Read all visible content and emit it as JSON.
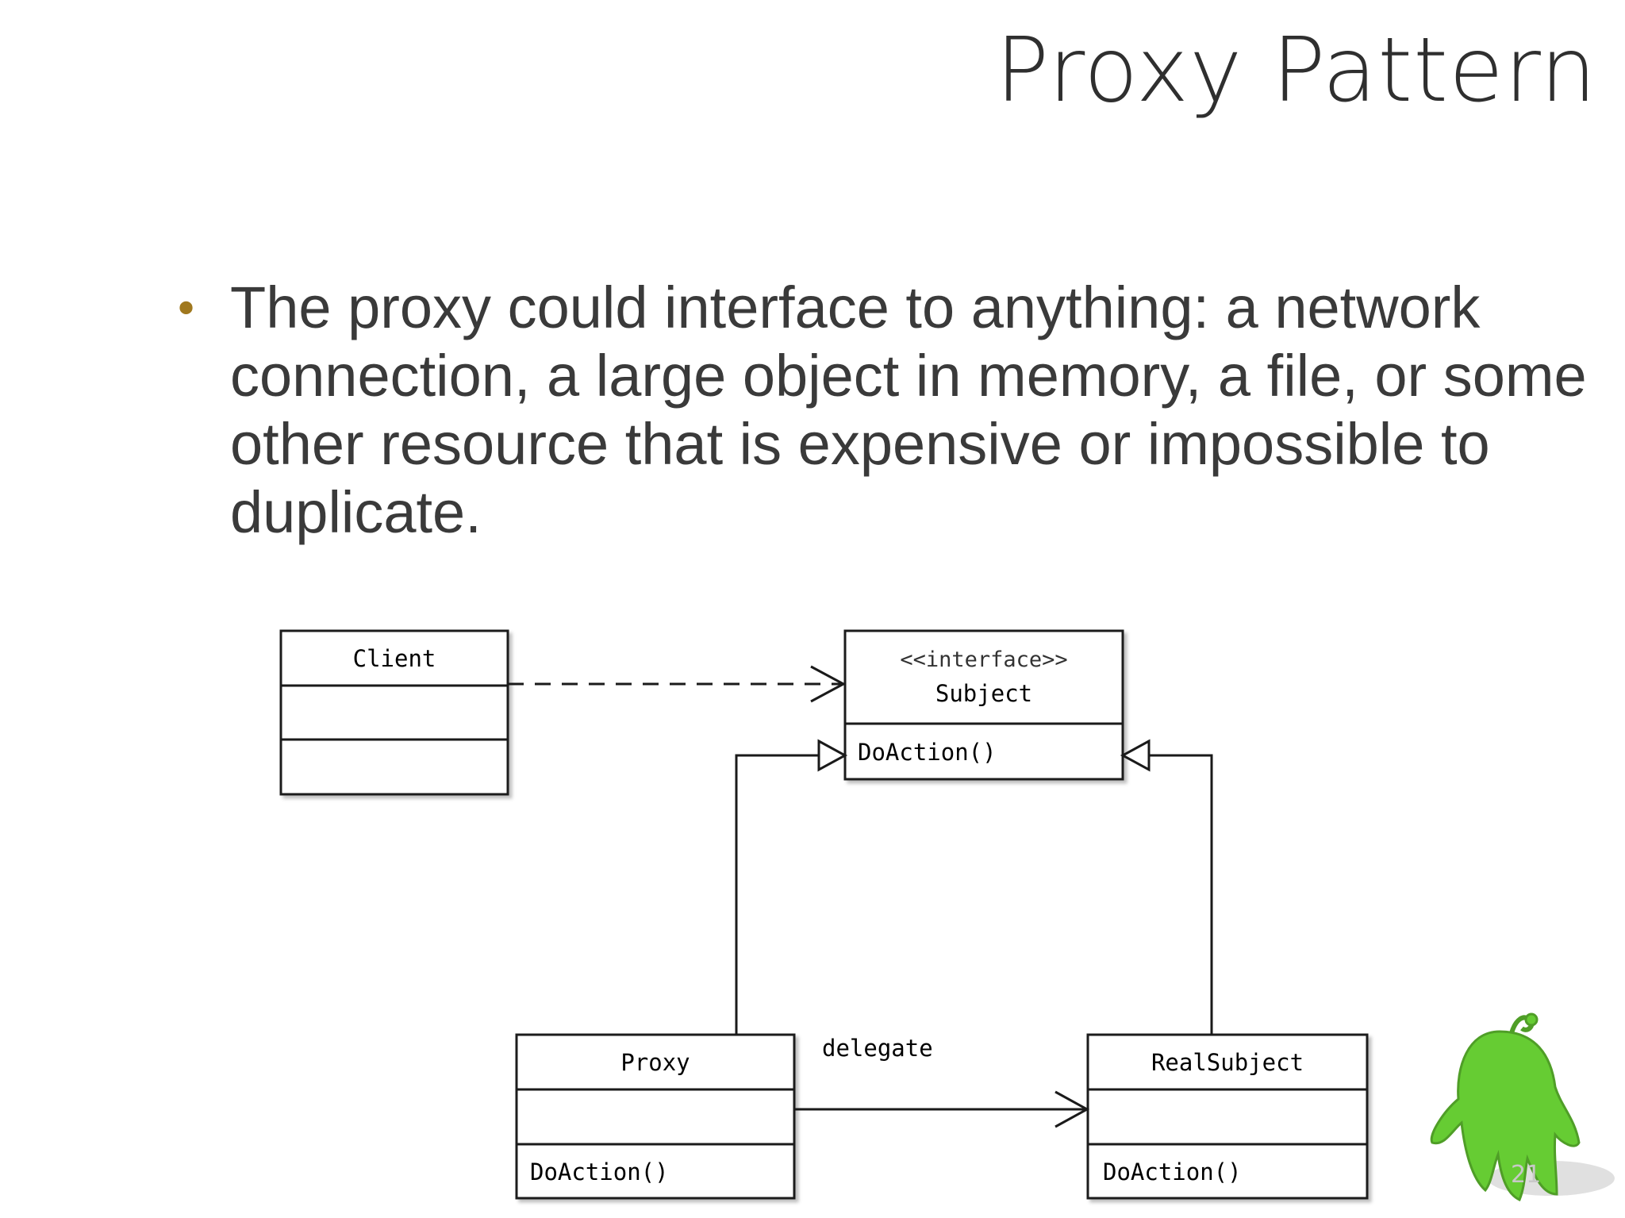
{
  "title": "Proxy Pattern",
  "bullet": {
    "lines": [
      "The proxy could interface to anything: a network",
      "connection, a large object in memory, a file, or some",
      "other resource that is expensive or impossible to",
      "duplicate."
    ]
  },
  "diagram": {
    "client": {
      "name": "Client"
    },
    "subject": {
      "stereotype": "<<interface>>",
      "name": "Subject",
      "operation": "DoAction()"
    },
    "proxy": {
      "name": "Proxy",
      "operation": "DoAction()"
    },
    "real_subject": {
      "name": "RealSubject",
      "operation": "DoAction()"
    },
    "delegate_label": "delegate"
  },
  "page_number": "21",
  "colors": {
    "title": "#2f2f2f",
    "body_text": "#3a3a3a",
    "bullet": "#a0781e",
    "mascot": "#66cc33"
  }
}
